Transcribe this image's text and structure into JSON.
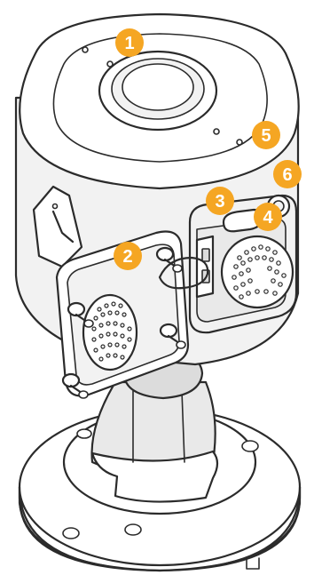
{
  "diagram": {
    "callout_color": "#F5A623",
    "line_color": "#2b2b2b",
    "callouts": [
      {
        "id": "1",
        "label": "1"
      },
      {
        "id": "2",
        "label": "2"
      },
      {
        "id": "3",
        "label": "3"
      },
      {
        "id": "4",
        "label": "4"
      },
      {
        "id": "5",
        "label": "5"
      },
      {
        "id": "6",
        "label": "6"
      }
    ],
    "icons": {
      "logo": "tag-logo-icon"
    }
  }
}
